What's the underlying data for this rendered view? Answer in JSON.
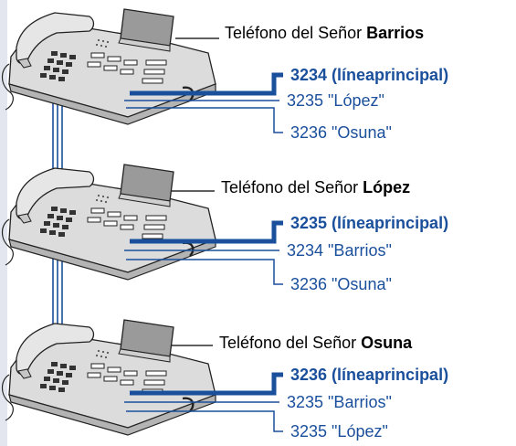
{
  "colors": {
    "wire": "#1a4f9c",
    "callout": "#000000",
    "phone_outline": "#222222",
    "phone_body": "#dcdcdc",
    "phone_shade": "#b4b4b4",
    "display": "#9a9a9a",
    "side_bar": "#e3e6ee"
  },
  "phones": [
    {
      "title_prefix": "Teléfono del Señor ",
      "owner": "Barrios",
      "primary_line": "3234 (líneaprincipal)",
      "secondary_lines": [
        "3235 \"López\"",
        "3236 \"Osuna\""
      ]
    },
    {
      "title_prefix": "Teléfono del Señor ",
      "owner": "López",
      "primary_line": "3235 (líneaprincipal)",
      "secondary_lines": [
        "3234 \"Barrios\"",
        "3236 \"Osuna\""
      ]
    },
    {
      "title_prefix": "Teléfono del Señor ",
      "owner": "Osuna",
      "primary_line": "3236 (líneaprincipal)",
      "secondary_lines": [
        "3235 \"Barrios\"",
        "3235 \"López\""
      ]
    }
  ]
}
